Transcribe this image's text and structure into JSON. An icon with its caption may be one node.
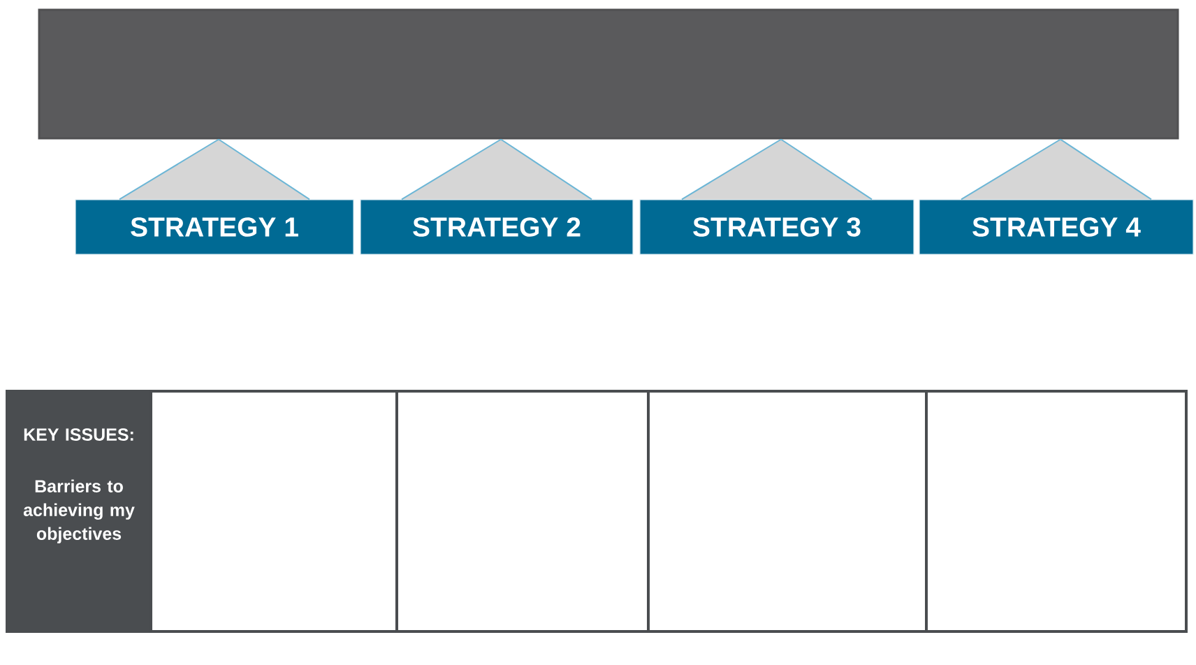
{
  "diagram": {
    "nodes": [
      {
        "text": [],
        "shape": "bar"
      },
      {
        "text": [
          "STRATEGY 1"
        ]
      },
      {
        "text": [
          "STRATEGY 2"
        ]
      },
      {
        "text": [
          "STRATEGY 3"
        ]
      },
      {
        "text": [
          "STRATEGY 4"
        ]
      },
      {
        "text": [
          "KEY ISSUES:",
          "Barriers to achieving my objectives"
        ]
      },
      {
        "text": [],
        "shape": "box"
      },
      {
        "text": [],
        "shape": "box"
      },
      {
        "text": [],
        "shape": "box"
      },
      {
        "text": [],
        "shape": "box"
      }
    ],
    "edges": [
      {
        "from": 0,
        "to": 1,
        "arrow": "none"
      },
      {
        "from": 0,
        "to": 2,
        "arrow": "none"
      },
      {
        "from": 0,
        "to": 3,
        "arrow": "none"
      },
      {
        "from": 0,
        "to": 4,
        "arrow": "none"
      }
    ]
  }
}
